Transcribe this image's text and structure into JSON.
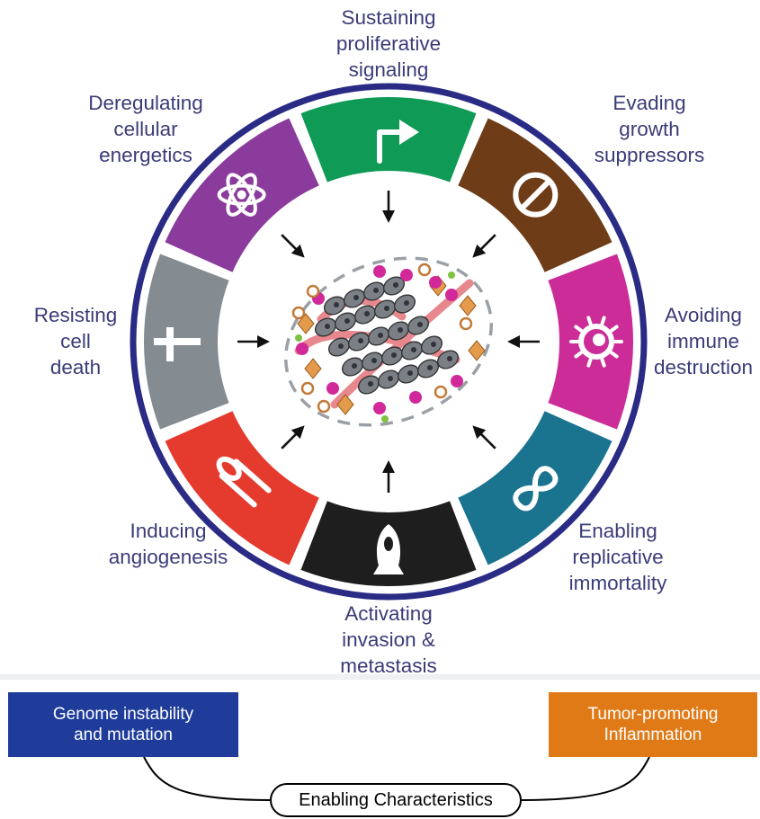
{
  "hallmarks": [
    {
      "id": "sustaining",
      "lines": [
        "Sustaining",
        "proliferative",
        "signaling"
      ],
      "color": "#0f9a55",
      "icon": "turn-arrow-icon"
    },
    {
      "id": "evading",
      "lines": [
        "Evading",
        "growth",
        "suppressors"
      ],
      "color": "#6e3d17",
      "icon": "prohibition-icon"
    },
    {
      "id": "immune",
      "lines": [
        "Avoiding",
        "immune",
        "destruction"
      ],
      "color": "#cc2c98",
      "icon": "immune-cell-icon"
    },
    {
      "id": "immortality",
      "lines": [
        "Enabling",
        "replicative",
        "immortality"
      ],
      "color": "#1a7490",
      "icon": "infinity-icon"
    },
    {
      "id": "invasion",
      "lines": [
        "Activating",
        "invasion &",
        "metastasis"
      ],
      "color": "#1e1e1e",
      "icon": "rocket-icon"
    },
    {
      "id": "angiogenesis",
      "lines": [
        "Inducing",
        "angiogenesis"
      ],
      "color": "#e53b2f",
      "icon": "blood-vessel-icon"
    },
    {
      "id": "death",
      "lines": [
        "Resisting",
        "cell",
        "death"
      ],
      "color": "#848b91",
      "icon": "cross-icon"
    },
    {
      "id": "energetics",
      "lines": [
        "Deregulating",
        "cellular",
        "energetics"
      ],
      "color": "#8a3b9c",
      "icon": "atom-icon"
    }
  ],
  "ring_color": "#2a2b85",
  "enabling": {
    "genome": "Genome instability\nand mutation",
    "inflammation": "Tumor-promoting\nInflammation",
    "label": "Enabling Characteristics",
    "genome_color": "#1f3c9b",
    "inflammation_color": "#e07a16"
  }
}
